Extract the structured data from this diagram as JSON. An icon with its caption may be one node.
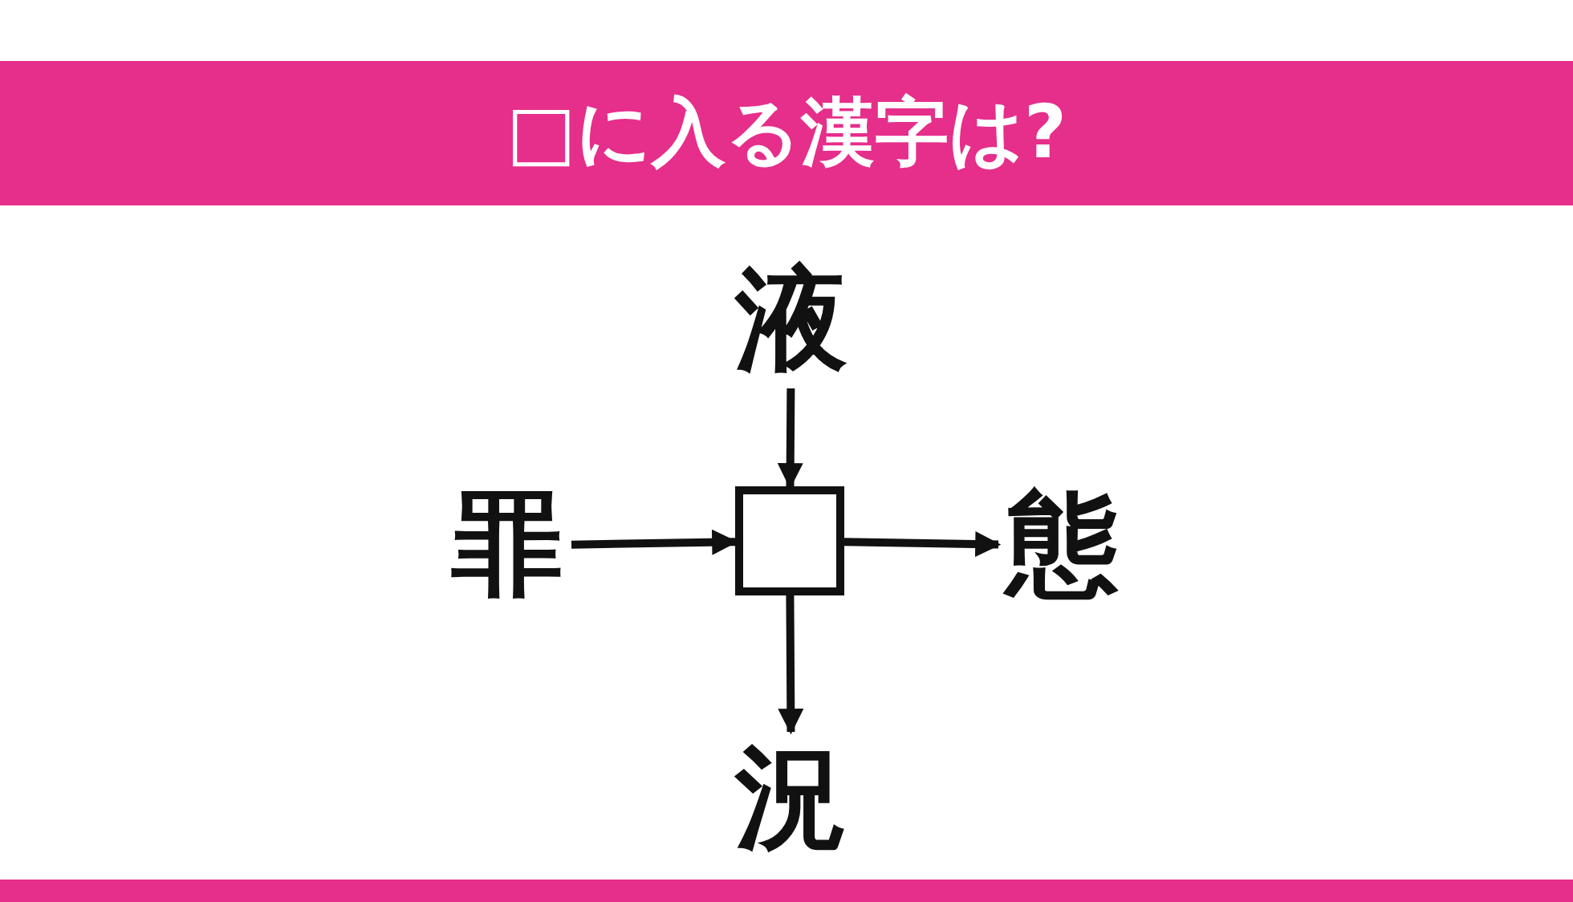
{
  "diagram": {
    "title": "□に入る漢字は?",
    "nodes": [
      {
        "text": [
          "液"
        ]
      },
      {
        "text": [
          "罪"
        ]
      },
      {
        "text": [],
        "shape": "box"
      },
      {
        "text": [
          "態"
        ]
      },
      {
        "text": [
          "況"
        ]
      }
    ],
    "edges": [
      {
        "from": 0,
        "to": 2,
        "arrow": "to"
      },
      {
        "from": 1,
        "to": 2,
        "arrow": "to"
      },
      {
        "from": 2,
        "to": 3,
        "arrow": "to"
      },
      {
        "from": 2,
        "to": 4,
        "arrow": "to"
      }
    ]
  }
}
